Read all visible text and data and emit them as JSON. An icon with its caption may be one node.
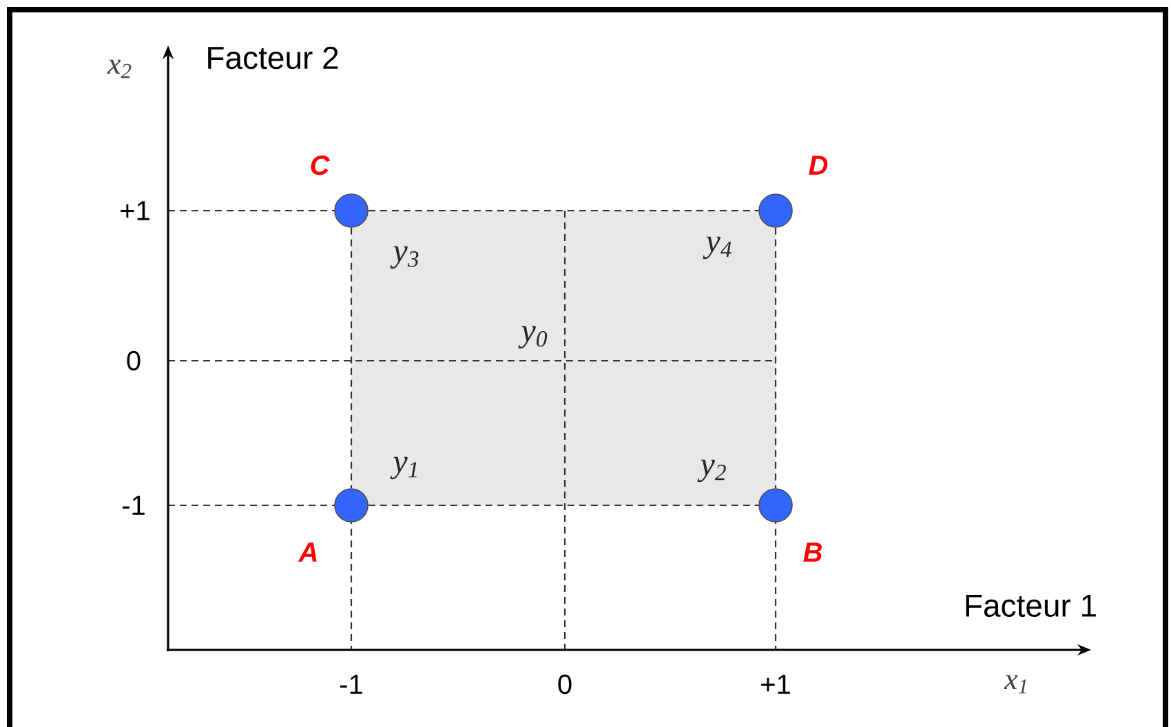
{
  "diagram": {
    "nodes": [
      {
        "text": [],
        "shape": "circle",
        "beside": [
          "C"
        ]
      },
      {
        "text": [],
        "shape": "circle",
        "beside": [
          "D"
        ]
      },
      {
        "text": [],
        "shape": "circle",
        "beside": [
          "A"
        ]
      },
      {
        "text": [],
        "shape": "circle",
        "beside": [
          "B"
        ]
      }
    ],
    "edges": [
      {
        "from": 0,
        "to": 1,
        "arrow": "none",
        "style": "dashed"
      },
      {
        "from": 0,
        "to": 2,
        "arrow": "none",
        "style": "dashed"
      },
      {
        "from": 1,
        "to": 3,
        "arrow": "none",
        "style": "dashed"
      },
      {
        "from": 2,
        "to": 3,
        "arrow": "none",
        "style": "dashed"
      }
    ],
    "labels": [
      "x$_{2}$",
      "Facteur 2",
      "+1",
      "y$_{3}$",
      "y$_{4}$",
      "y$_{0}$",
      "0",
      "y$_{1}$",
      "y$_{2}$",
      "-1",
      "Facteur 1",
      "-1",
      "0",
      "+1",
      "x$_{1}$"
    ]
  }
}
